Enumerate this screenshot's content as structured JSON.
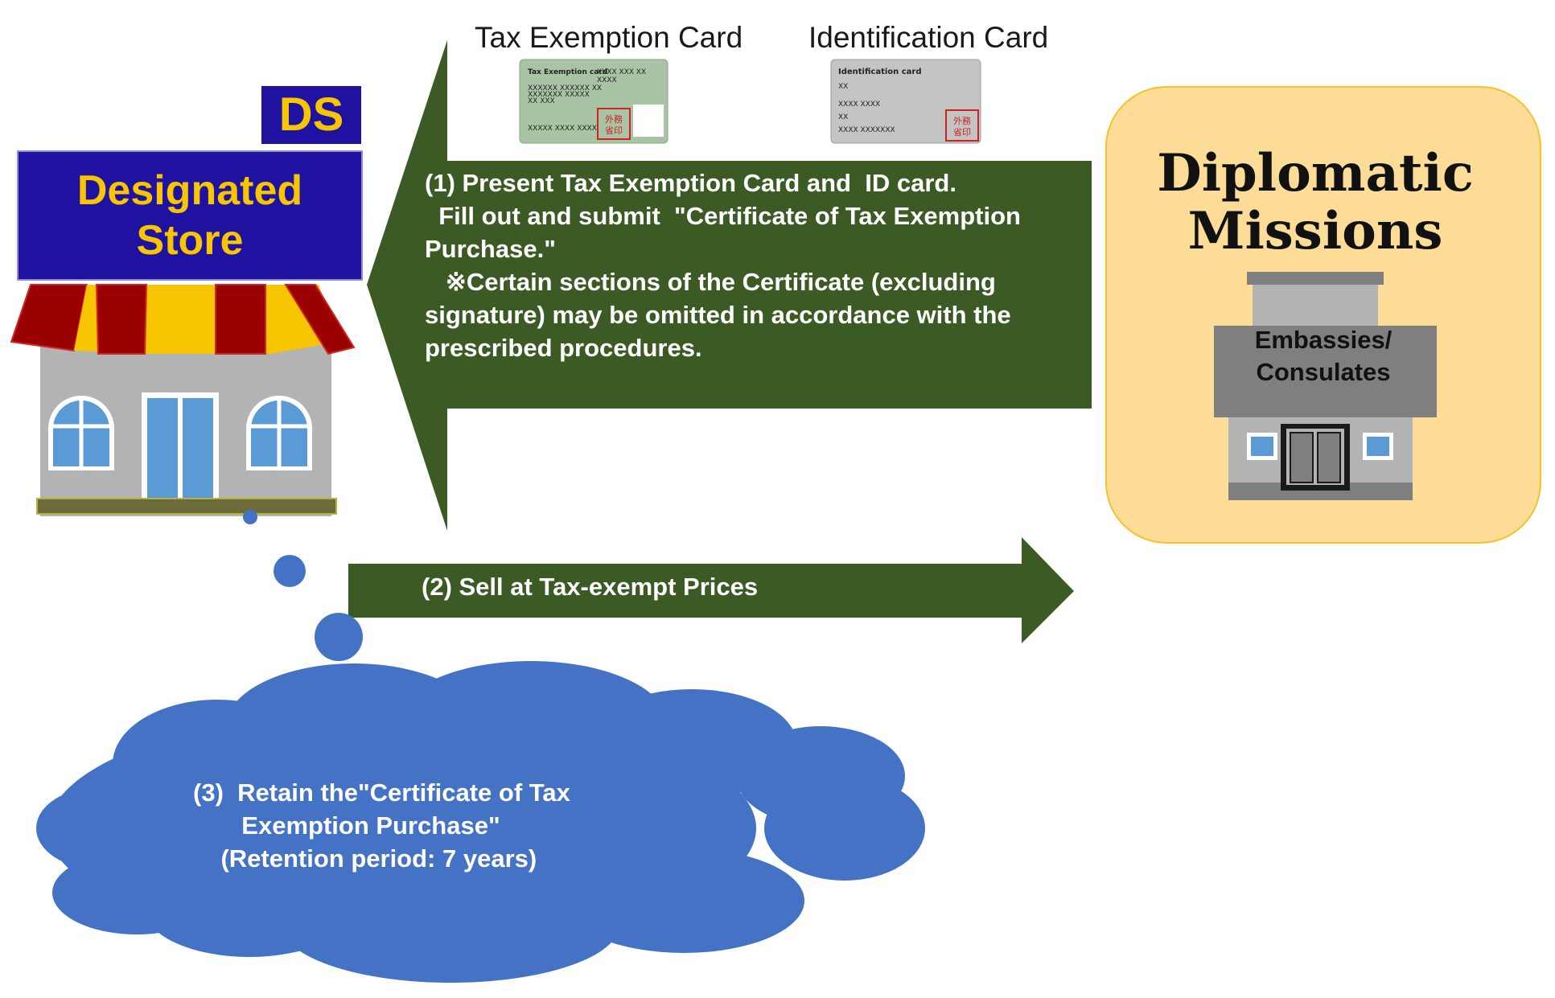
{
  "store": {
    "badge": "DS",
    "sign": "Designated\nStore"
  },
  "cards": {
    "tax_exemption": {
      "title": "Tax Exemption Card",
      "header": "Tax Exemption card",
      "stamp": "外務\n省印"
    },
    "identification": {
      "title": "Identification Card",
      "header": "Identification card",
      "stamp": "外務\n省印"
    }
  },
  "steps": {
    "step1": "(1) Present Tax Exemption Card and  ID card.\n  Fill out and submit  \"Certificate of Tax Exemption Purchase.\"\n   ※Certain sections of the Certificate (excluding signature) may be omitted in accordance with the prescribed procedures.",
    "step2": "(2)  Sell at Tax-exempt Prices",
    "step3": "(3)  Retain the\"Certificate of Tax\n       Exemption Purchase\"\n    (Retention period: 7 years)"
  },
  "missions": {
    "title": "Diplomatic\nMissions",
    "building_label": "Embassies/\nConsulates"
  },
  "colors": {
    "arrow_green": "#3b5a24",
    "store_blue": "#1f12a0",
    "sign_yellow": "#f7c600",
    "awning_red": "#9b0000",
    "cloud_blue": "#4472c4",
    "missions_panel": "#fcdc96",
    "missions_border": "#f5c22a"
  },
  "icons": [
    "store-building-icon",
    "embassy-building-icon",
    "tax-exemption-card-icon",
    "identification-card-icon"
  ]
}
